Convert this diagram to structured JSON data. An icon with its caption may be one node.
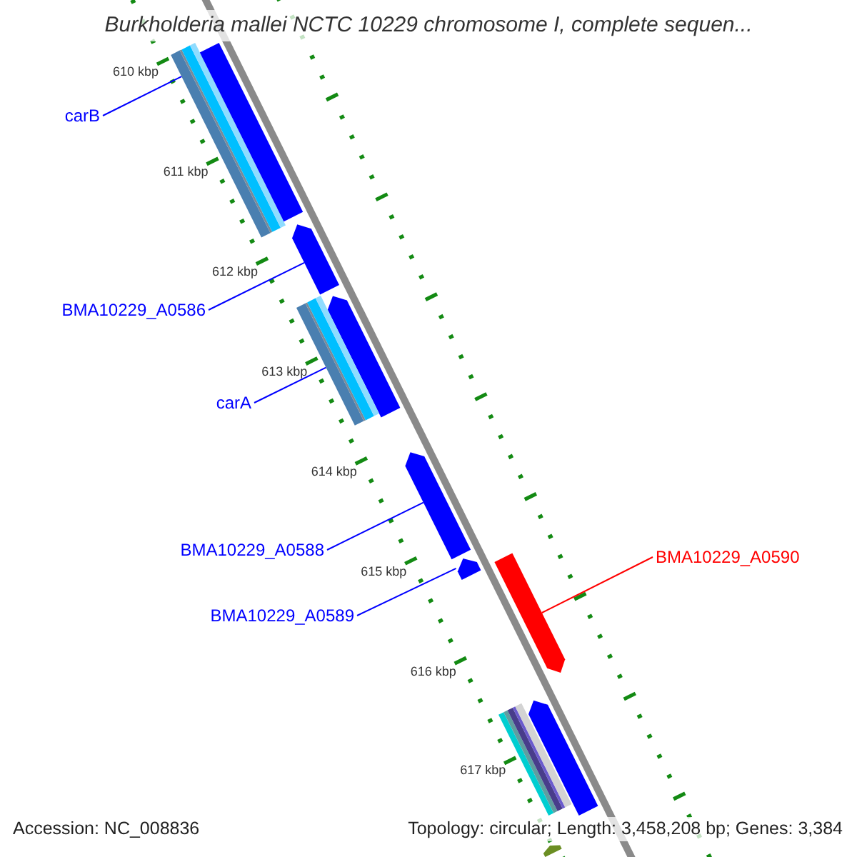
{
  "diagram": {
    "title": "Burkholderia mallei NCTC 10229 chromosome I, complete sequen...",
    "nodes": [
      {
        "text": [
          "carB"
        ]
      },
      {
        "text": [],
        "shape": "bar"
      },
      {
        "text": [],
        "shape": "bar"
      },
      {
        "text": [
          "BMA10229_A0586"
        ]
      },
      {
        "text": [],
        "shape": "bar"
      },
      {
        "text": [],
        "shape": "bar"
      },
      {
        "text": [],
        "shape": "bar"
      },
      {
        "text": [
          "carA"
        ]
      },
      {
        "text": [
          "BMA10229_A0588"
        ]
      },
      {
        "text": [],
        "shape": "bar"
      },
      {
        "text": [
          "BMA10229_A0589"
        ]
      },
      {
        "text": [],
        "shape": "bar"
      },
      {
        "text": [
          "BMA10229_A0590"
        ]
      },
      {
        "text": [],
        "shape": "bar"
      },
      {
        "text": [],
        "shape": "bar"
      },
      {
        "text": [],
        "shape": "bar"
      },
      {
        "text": [],
        "shape": "bar"
      }
    ],
    "edges": [
      {
        "from": 0,
        "to": 1,
        "arrow": "none"
      },
      {
        "from": 3,
        "to": 4,
        "arrow": "none"
      },
      {
        "from": 7,
        "to": 6,
        "arrow": "none"
      },
      {
        "from": 8,
        "to": 9,
        "arrow": "none"
      },
      {
        "from": 10,
        "to": 11,
        "arrow": "none"
      },
      {
        "from": 12,
        "to": 13,
        "arrow": "none",
        "color": "#ff0000"
      }
    ],
    "labels": [
      "610 kbp",
      "611 kbp",
      "612 kbp",
      "613 kbp",
      "614 kbp",
      "615 kbp",
      "616 kbp",
      "617 kbp",
      "Accession: NC_008836",
      "Topology: circular; Length: 3,458,208 bp; Genes: 3,384"
    ]
  }
}
